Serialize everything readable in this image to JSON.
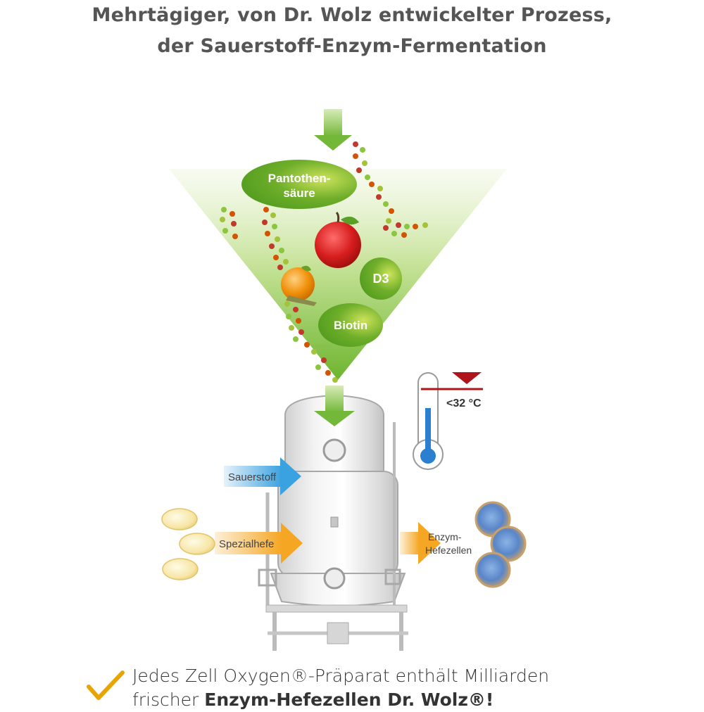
{
  "header": {
    "title_line1": "Mehrtägiger, von Dr. Wolz entwickelter Prozess,",
    "title_line2": "der Sauerstoff-Enzym-Fermentation"
  },
  "ingredients": {
    "pantothen_line1": "Pantothen-",
    "pantothen_line2": "säure",
    "d3": "D3",
    "biotin": "Biotin"
  },
  "thermometer": {
    "label": "<32 °C",
    "marker_color": "#b0141b",
    "fluid_color": "#2a7fd0"
  },
  "inputs": {
    "sauerstoff": "Sauerstoff",
    "spezialhefe": "Spezialhefe"
  },
  "output": {
    "line1": "Enzym-",
    "line2": "Hefezellen"
  },
  "footer": {
    "text_line1": "Jedes Zell Oxygen®-Präparat enthält Milliarden",
    "text_line2_prefix": "frischer ",
    "text_line2_bold": "Enzym-Hefezellen Dr. Wolz®!"
  },
  "colors": {
    "funnel_green": "#7fc241",
    "check_gold": "#e8a400",
    "title_gray": "#555555"
  }
}
